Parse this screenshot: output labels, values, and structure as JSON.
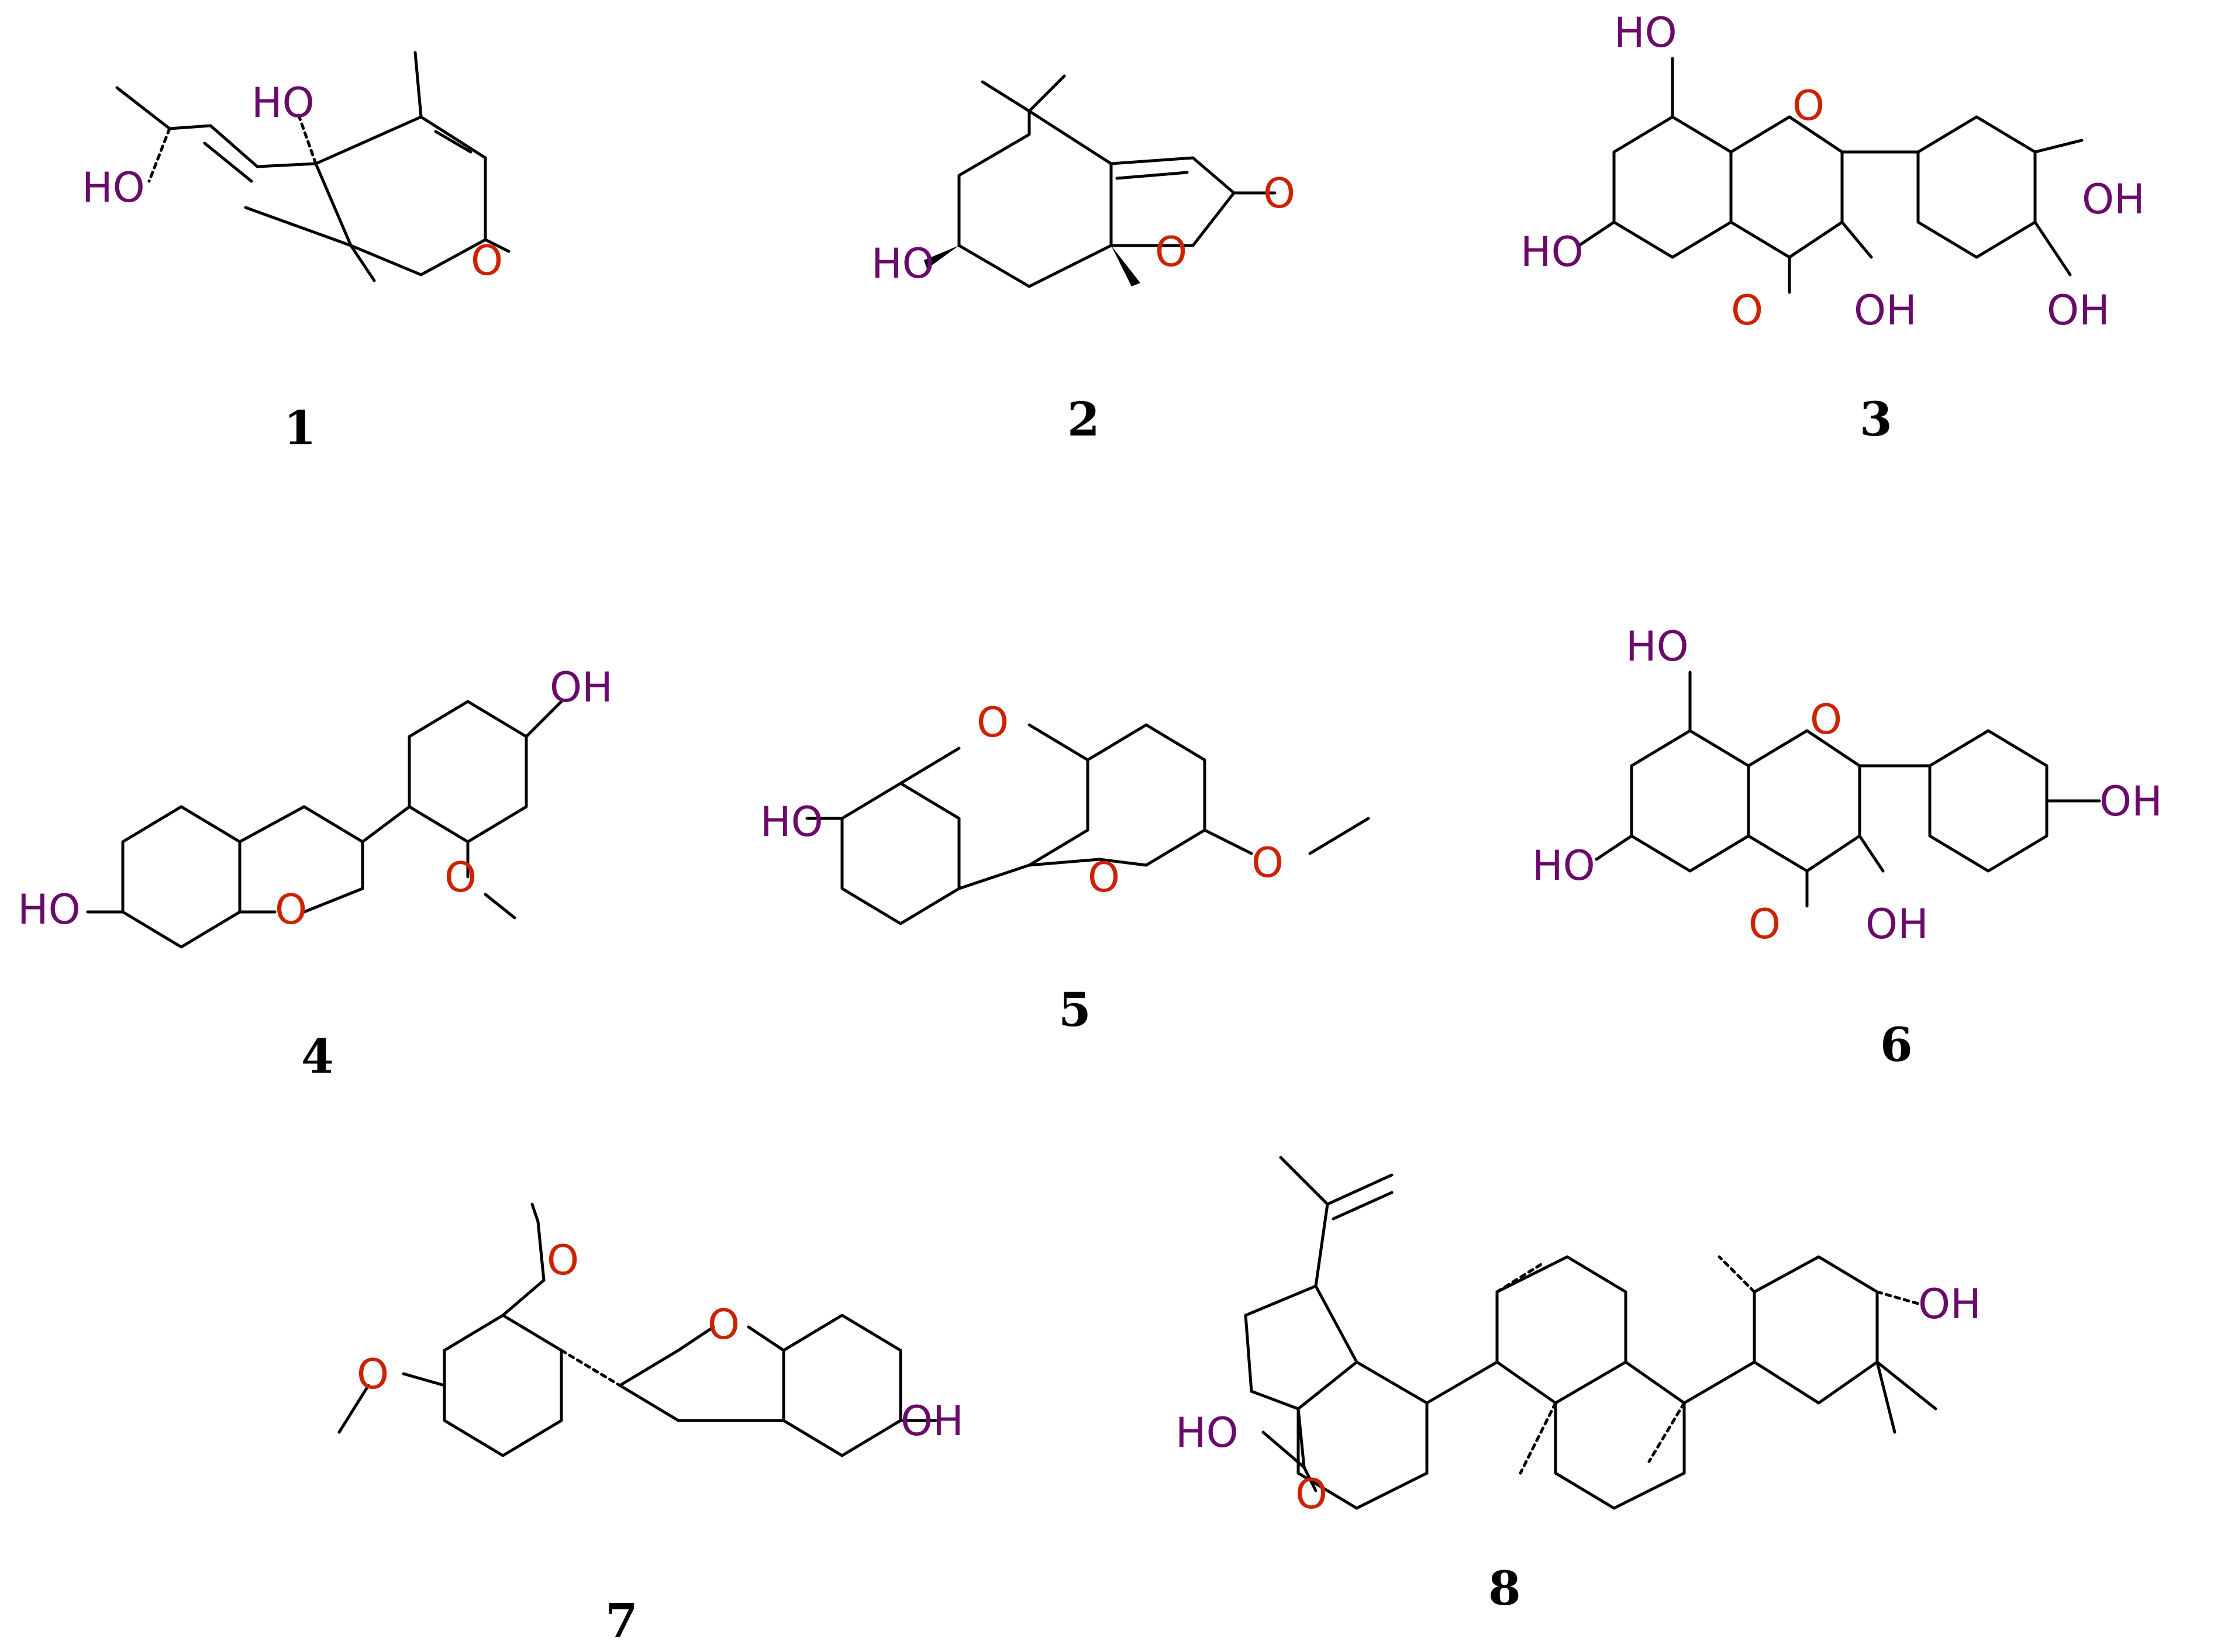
{
  "colors": {
    "background": "#ffffff",
    "bond": "#000000",
    "oxygen": "#cc2200",
    "hydrogen": "#6a0a6a",
    "label": "#000000"
  },
  "compounds": [
    {
      "id": "1",
      "labels": [
        "HO",
        "HO",
        "O"
      ]
    },
    {
      "id": "2",
      "labels": [
        "HO",
        "O",
        "O"
      ]
    },
    {
      "id": "3",
      "labels": [
        "HO",
        "O",
        "OH",
        "HO",
        "O",
        "OH",
        "OH"
      ]
    },
    {
      "id": "4",
      "labels": [
        "OH",
        "HO",
        "O",
        "O"
      ]
    },
    {
      "id": "5",
      "labels": [
        "O",
        "HO",
        "O",
        "O"
      ]
    },
    {
      "id": "6",
      "labels": [
        "HO",
        "O",
        "OH",
        "HO",
        "O",
        "OH"
      ]
    },
    {
      "id": "7",
      "labels": [
        "O",
        "O",
        "O",
        "OH"
      ]
    },
    {
      "id": "8",
      "labels": [
        "OH",
        "HO",
        "O"
      ]
    }
  ]
}
